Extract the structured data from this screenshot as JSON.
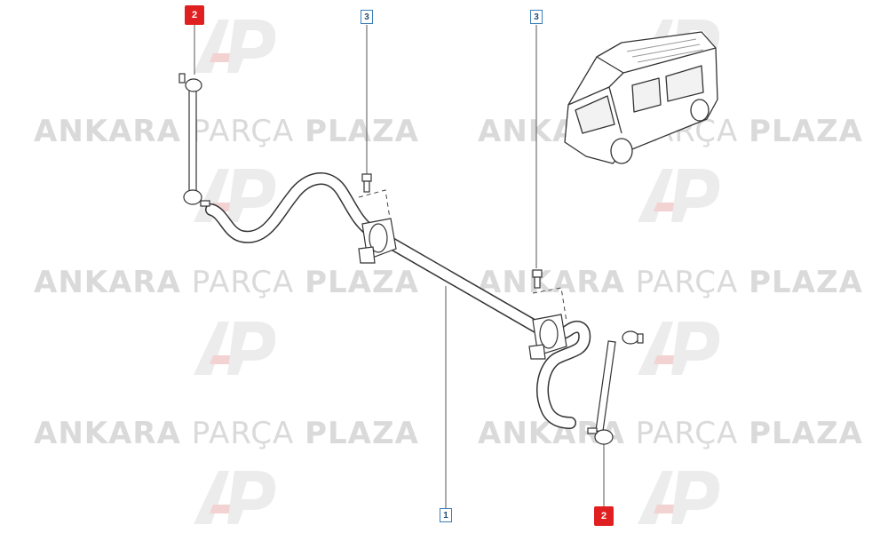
{
  "watermark": {
    "brand_bold_1": "ANKARA",
    "brand_light": "PARÇA",
    "brand_bold_2": "PLAZA",
    "logo_name": "AP-logo",
    "color": "#dadada",
    "logo_color": "#e9e9e9",
    "logo_accent": "#f3d2d2"
  },
  "callouts": {
    "link_top": "2",
    "link_bottom": "2",
    "bushing_left": "3",
    "bushing_right": "3",
    "bar": "1"
  },
  "colors": {
    "line": "#3a3a3a",
    "red_callout": "#e02020",
    "blue_callout_border": "#3c7fb8"
  }
}
